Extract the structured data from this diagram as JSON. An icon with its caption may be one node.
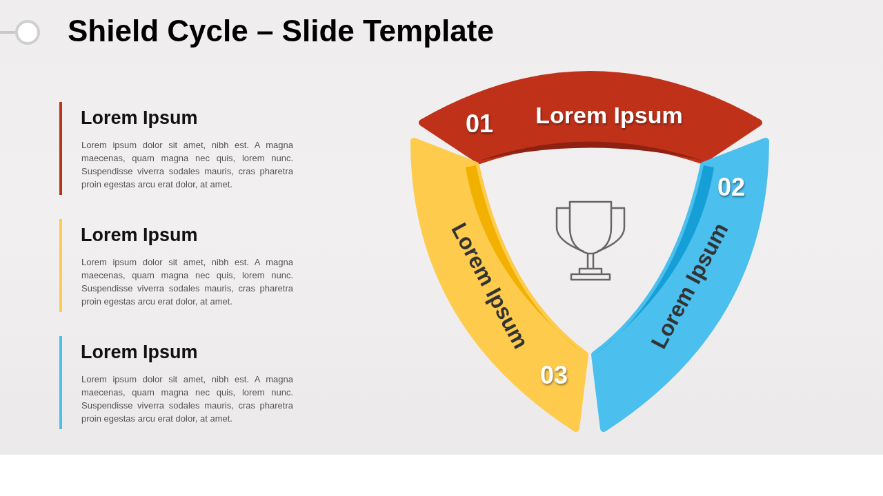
{
  "diagram": {
    "title": "Shield Cycle – Slide Template",
    "nodes": [
      {
        "text": [
          "01",
          "Lorem Ipsum"
        ]
      },
      {
        "text": [
          "02",
          "Lorem Ipsum"
        ]
      },
      {
        "text": [
          "Lorem Ipsum",
          "03"
        ]
      }
    ],
    "edges": [],
    "labels": [
      "Lorem Ipsum",
      "Lorem ipsum dolor sit amet, nibh est. A magna maecenas, quam magna nec quis, lorem nunc. Suspendisse viverra sodales mauris, cras pharetra proin egestas arcu erat dolor, at amet.",
      "Lorem Ipsum",
      "Lorem ipsum dolor sit amet, nibh est. A magna maecenas, quam magna nec quis, lorem nunc. Suspendisse viverra sodales mauris, cras pharetra proin egestas arcu erat dolor, at amet.",
      "Lorem Ipsum",
      "Lorem ipsum dolor sit amet, nibh est. A magna maecenas, quam magna nec quis, lorem nunc. Suspendisse viverra sodales mauris, cras pharetra proin egestas arcu erat dolor, at amet."
    ]
  }
}
